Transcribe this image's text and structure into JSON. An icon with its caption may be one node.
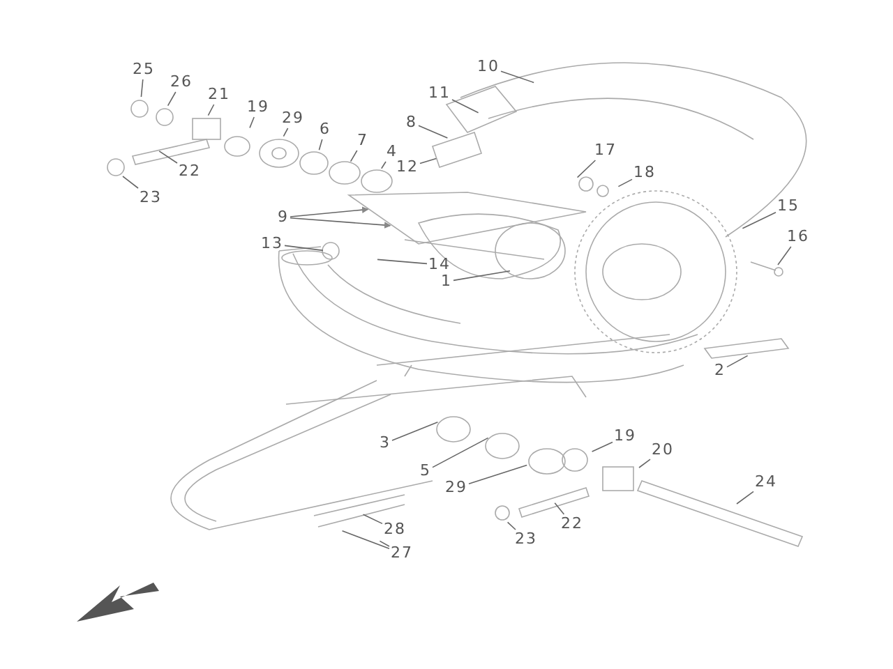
{
  "diagram": {
    "nodes": [
      {
        "text": [
          "10"
        ]
      },
      {
        "text": [
          "25"
        ]
      },
      {
        "text": [
          "26"
        ]
      },
      {
        "text": [
          "11"
        ]
      },
      {
        "text": [
          "21"
        ]
      },
      {
        "text": [
          "19"
        ]
      },
      {
        "text": [
          "29"
        ]
      },
      {
        "text": [
          "8"
        ]
      },
      {
        "text": [
          "6"
        ]
      },
      {
        "text": [
          "7"
        ]
      },
      {
        "text": [
          "4"
        ]
      },
      {
        "text": [
          "12"
        ]
      },
      {
        "text": [
          "17"
        ]
      },
      {
        "text": [
          "22"
        ]
      },
      {
        "text": [
          "18"
        ]
      },
      {
        "text": [
          "23"
        ]
      },
      {
        "text": [
          "15"
        ]
      },
      {
        "text": [
          "9"
        ]
      },
      {
        "text": [
          "16"
        ]
      },
      {
        "text": [
          "13"
        ]
      },
      {
        "text": [
          "14"
        ]
      },
      {
        "text": [
          "1"
        ]
      },
      {
        "text": [
          "2"
        ]
      },
      {
        "text": [
          "3"
        ]
      },
      {
        "text": [
          "19"
        ]
      },
      {
        "text": [
          "5"
        ]
      },
      {
        "text": [
          "20"
        ]
      },
      {
        "text": [
          "29"
        ]
      },
      {
        "text": [
          "24"
        ]
      },
      {
        "text": [
          "22"
        ]
      },
      {
        "text": [
          "28"
        ]
      },
      {
        "text": [
          "23"
        ]
      },
      {
        "text": [
          "27"
        ]
      }
    ],
    "edges": [
      {
        "from": 0,
        "to": null,
        "arrow": "none"
      },
      {
        "from": 1,
        "to": null,
        "arrow": "none"
      },
      {
        "from": 2,
        "to": null,
        "arrow": "none"
      },
      {
        "from": 3,
        "to": null,
        "arrow": "none"
      },
      {
        "from": 4,
        "to": null,
        "arrow": "none"
      },
      {
        "from": 5,
        "to": null,
        "arrow": "none"
      },
      {
        "from": 6,
        "to": null,
        "arrow": "none"
      },
      {
        "from": 7,
        "to": null,
        "arrow": "none"
      },
      {
        "from": 8,
        "to": null,
        "arrow": "none"
      },
      {
        "from": 9,
        "to": null,
        "arrow": "none"
      },
      {
        "from": 10,
        "to": null,
        "arrow": "none"
      },
      {
        "from": 11,
        "to": null,
        "arrow": "none"
      },
      {
        "from": 12,
        "to": null,
        "arrow": "none"
      },
      {
        "from": 13,
        "to": null,
        "arrow": "none"
      },
      {
        "from": 14,
        "to": null,
        "arrow": "none"
      },
      {
        "from": 15,
        "to": null,
        "arrow": "none"
      },
      {
        "from": 16,
        "to": null,
        "arrow": "none"
      },
      {
        "from": 17,
        "to": null,
        "arrow": "to"
      },
      {
        "from": 17,
        "to": null,
        "arrow": "to"
      },
      {
        "from": 18,
        "to": null,
        "arrow": "none"
      },
      {
        "from": 19,
        "to": null,
        "arrow": "none"
      },
      {
        "from": 20,
        "to": null,
        "arrow": "none"
      },
      {
        "from": 21,
        "to": null,
        "arrow": "none"
      },
      {
        "from": 22,
        "to": null,
        "arrow": "none"
      },
      {
        "from": 23,
        "to": null,
        "arrow": "none"
      },
      {
        "from": 24,
        "to": null,
        "arrow": "none"
      },
      {
        "from": 25,
        "to": null,
        "arrow": "none"
      },
      {
        "from": 26,
        "to": null,
        "arrow": "none"
      },
      {
        "from": 27,
        "to": null,
        "arrow": "none"
      },
      {
        "from": 28,
        "to": null,
        "arrow": "none"
      },
      {
        "from": 29,
        "to": null,
        "arrow": "none"
      },
      {
        "from": 30,
        "to": null,
        "arrow": "none"
      },
      {
        "from": 31,
        "to": null,
        "arrow": "none"
      },
      {
        "from": 32,
        "to": null,
        "arrow": "none"
      },
      {
        "from": 32,
        "to": null,
        "arrow": "none"
      }
    ]
  }
}
